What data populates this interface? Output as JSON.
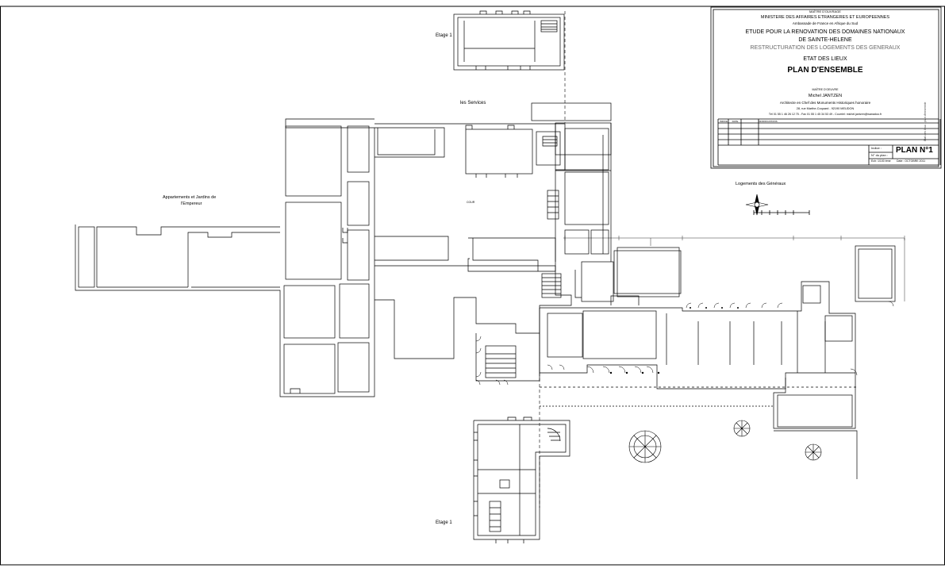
{
  "title_block": {
    "owner_heading": "MAÎTRE D'OUVRAGE",
    "ministry": "MINISTERE DES AFFAIRES ETRANGERES ET EUROPEENNES",
    "embassy": "Ambassade de France en Afrique du Sud",
    "study_line1": "ETUDE POUR LA RENOVATION DES DOMAINES NATIONAUX",
    "study_line2": "DE SAINTE-HELENE",
    "restructuring": "RESTRUCTURATION DES LOGEMENTS DES GENERAUX",
    "state": "ETAT DES LIEUX",
    "plan_name": "PLAN D'ENSEMBLE",
    "architect_heading": "MAÎTRE D'OEUVRE",
    "architect_name": "Michel JANTZEN",
    "architect_title": "Architecte en Chef des Monuments Historiques honoraire",
    "address": "28, rue Marthe-Coquard - 92190 MEUDON",
    "contact": "Tél 01 55 1 46 26 12 75 - Fax 01 55 1 45 34 53 49 - Courriel: michel.jantzen@wanadoo.fr",
    "table_headers": [
      "INDICE",
      "DATE",
      "MODIFICATIONS"
    ],
    "indice_label": "Indice :",
    "number_label": "N° du plan :",
    "scale_label": "Ech: 1/100 ème",
    "date_label": "Date : OCTOBRE 2011",
    "plan_number": "PLAN N°1",
    "side_text": "Etat des lieux - plan d'ensemble"
  },
  "labels": {
    "etage_top": "Etage 1",
    "services": "les Services",
    "appartements_line1": "Appartements et Jardins de",
    "appartements_line2": "l'Empereur",
    "logements": "Logements des Généraux",
    "etage_bottom": "Etage 1",
    "cour": "COUR"
  },
  "colors": {
    "line": "#000000",
    "paper": "#ffffff",
    "grey": "#555555"
  }
}
